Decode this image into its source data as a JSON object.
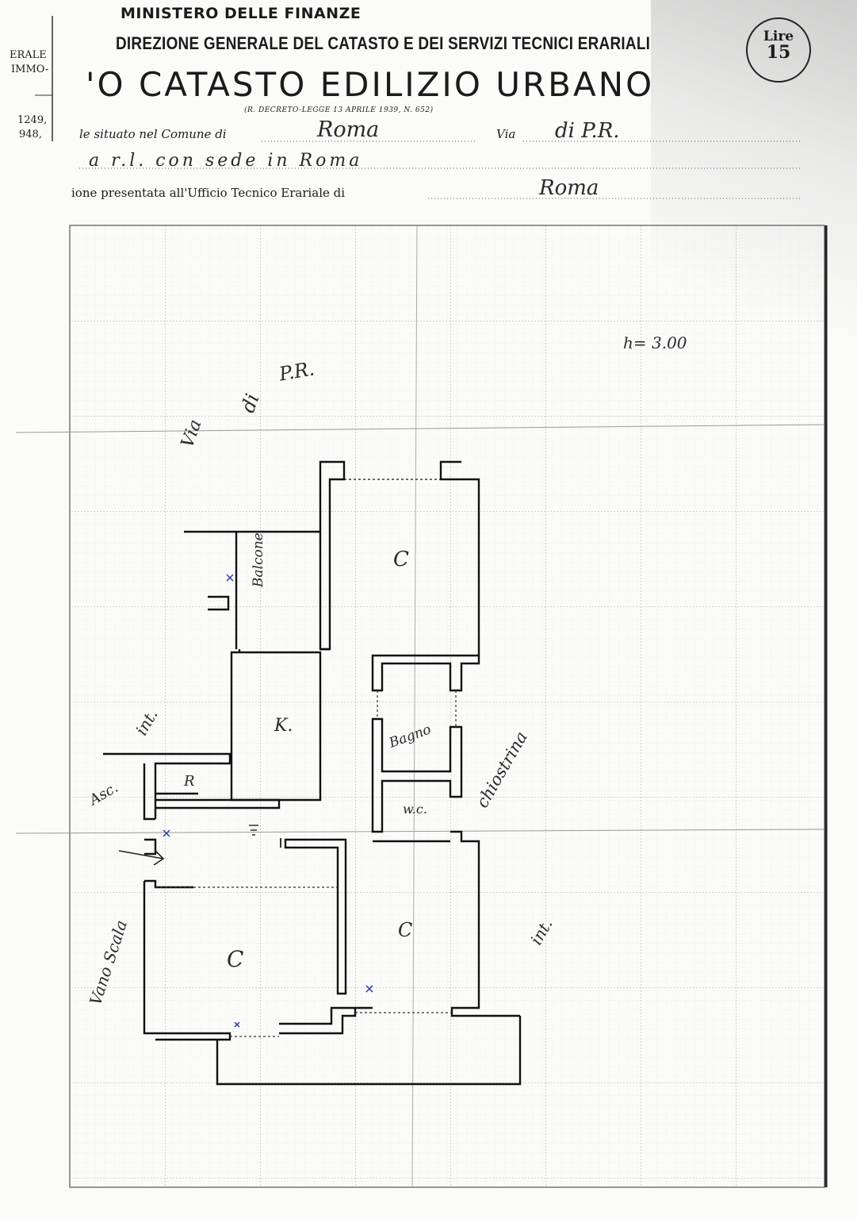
{
  "header": {
    "ministry": "MINISTERO DELLE FINANZE",
    "direction": "DIREZIONE GENERALE DEL CATASTO E DEI SERVIZI TECNICI ERARIALI",
    "title": "'O CATASTO EDILIZIO URBANO",
    "decree": "(R. DECRETO-LEGGE 13 APRILE 1939, N. 652)"
  },
  "stamp": {
    "label": "Lire",
    "value": "15"
  },
  "margin_left": {
    "line1": "ERALE",
    "line2": "IMMO-",
    "line3": "1249,",
    "line4": "948,"
  },
  "form": {
    "comune_label": "le situato nel Comune di",
    "comune_value": "Roma",
    "via_label": "Via",
    "via_value": "di P.R.",
    "company_value": "a r.l. con sede in Roma",
    "ufficio_label": "ione presentata all'Ufficio Tecnico Erariale di",
    "ufficio_value": "Roma"
  },
  "plan": {
    "height_note": "h= 3.00",
    "street_label_1": "Via",
    "street_label_2": "di",
    "street_label_3": "P.R.",
    "rooms": {
      "balcone": "Balcone",
      "c_top": "C",
      "kitchen": "K.",
      "bagno": "Bagno",
      "wc": "w.c.",
      "chiostrina": "chiostrina",
      "ripostiglio": "R",
      "c_left": "C",
      "c_right": "C",
      "int_left": "int.",
      "int_right": "int.",
      "asc": "Asc.",
      "vano_scala": "Vano Scala"
    }
  }
}
